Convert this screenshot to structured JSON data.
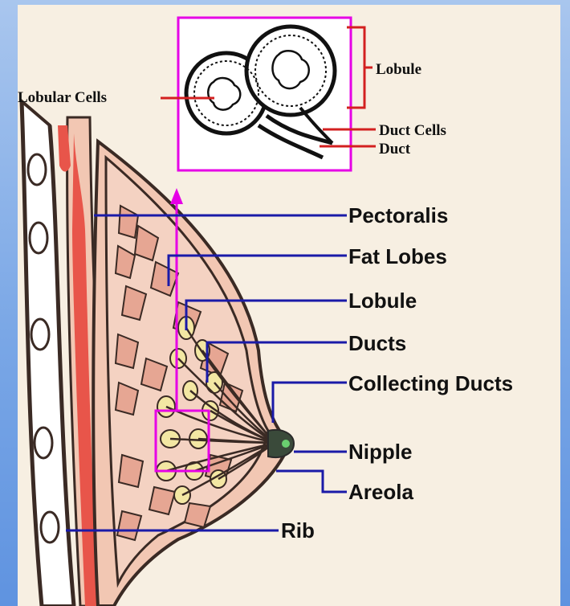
{
  "labels": {
    "lobular_cells": "Lobular Cells",
    "lobule_inset": "Lobule",
    "duct_cells": "Duct Cells",
    "duct": "Duct",
    "pectoralis": "Pectoralis",
    "fat_lobes": "Fat Lobes",
    "lobule": "Lobule",
    "ducts": "Ducts",
    "collecting_ducts": "Collecting Ducts",
    "nipple": "Nipple",
    "areola": "Areola",
    "rib": "Rib"
  },
  "colors": {
    "background": "#f7efe2",
    "muscle": "#e8554a",
    "tissue_pink": "#f2c7b3",
    "fat_lobe_fill": "#e6a693",
    "lobule_yellow": "#f3e7a3",
    "outline": "#3a2a24",
    "leader_blue": "#1a1aa8",
    "inset_magenta": "#e600e6",
    "inset_red": "#d32020"
  },
  "icons": {
    "inset_arrow": "arrow-up-icon"
  }
}
